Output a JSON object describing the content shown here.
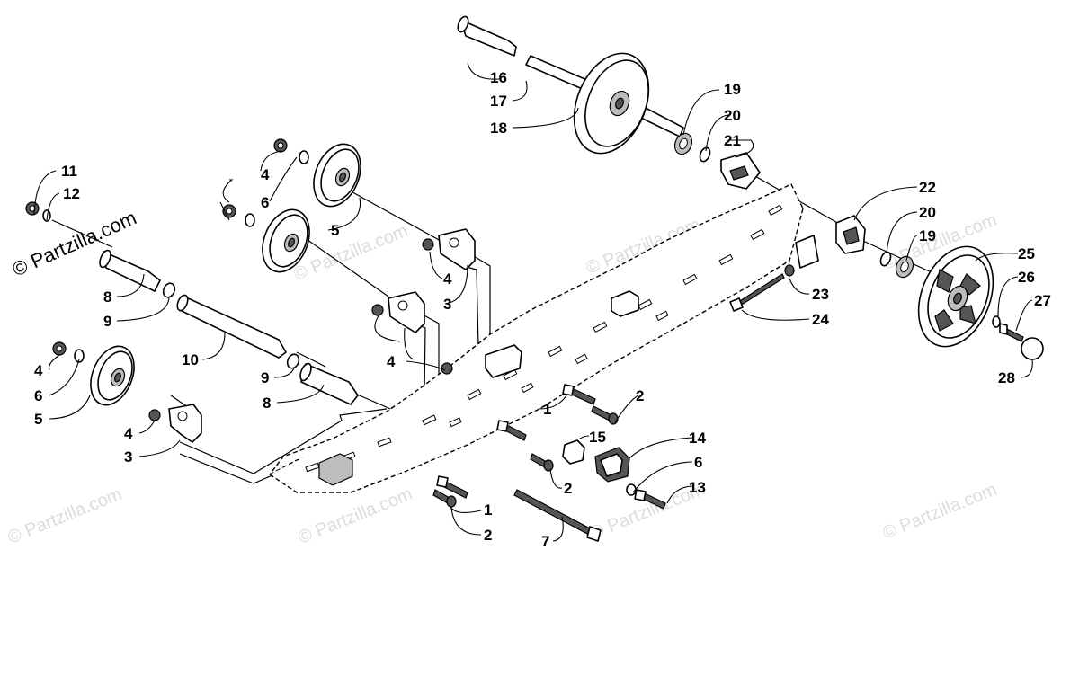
{
  "watermark": {
    "text": "© Partzilla.com",
    "text_faint": "© Partzilla.com"
  },
  "callouts": {
    "c1a": "1",
    "c1b": "1",
    "c2a": "2",
    "c2b": "2",
    "c2c": "2",
    "c3a": "3",
    "c3b": "3",
    "c4a": "4",
    "c4b": "4",
    "c4c": "4",
    "c4d": "4",
    "c5a": "5",
    "c5b": "5",
    "c6a": "6",
    "c6b": "6",
    "c6c": "6",
    "c7": "7",
    "c8a": "8",
    "c8b": "8",
    "c9a": "9",
    "c9b": "9",
    "c10": "10",
    "c11": "11",
    "c12": "12",
    "c13": "13",
    "c14": "14",
    "c15": "15",
    "c16": "16",
    "c17": "17",
    "c18": "18",
    "c19a": "19",
    "c19b": "19",
    "c20a": "20",
    "c20b": "20",
    "c21": "21",
    "c22": "22",
    "c23": "23",
    "c24": "24",
    "c25": "25",
    "c26": "26",
    "c27": "27",
    "c28": "28"
  }
}
